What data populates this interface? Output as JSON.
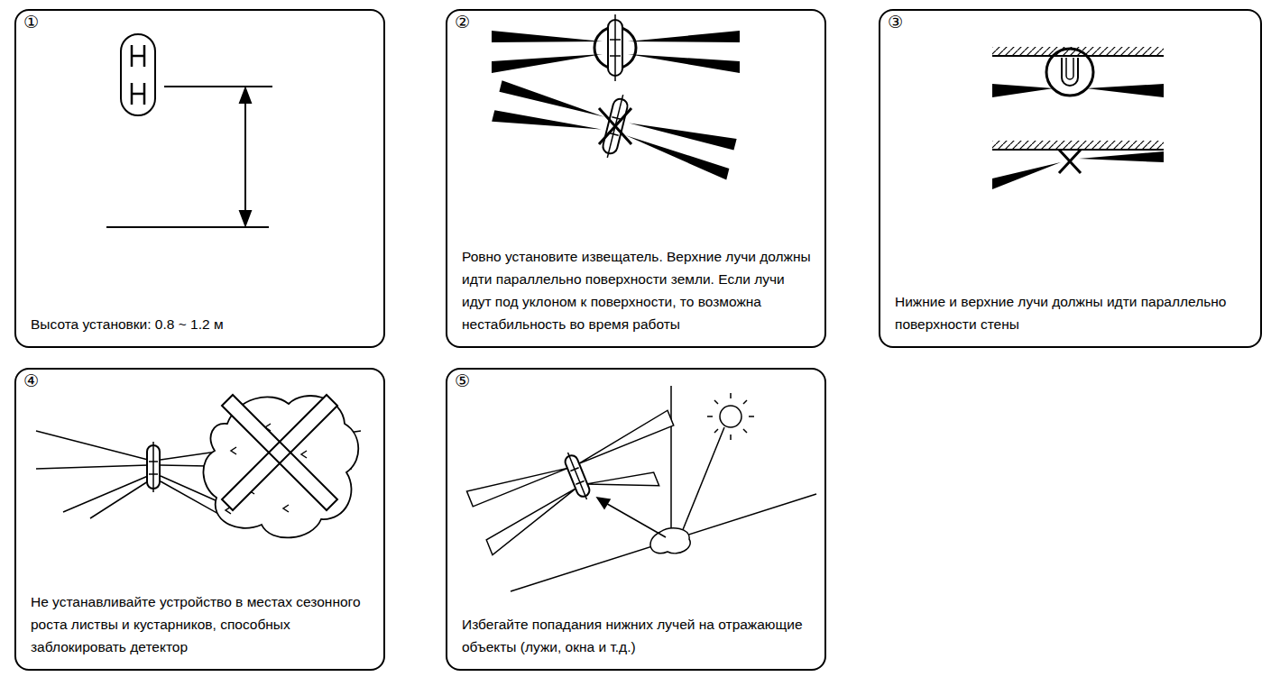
{
  "diagram": {
    "nodes": [
      {
        "text": [
          "①",
          "Высота установки: 0.8 ~ 1.2 м"
        ]
      },
      {
        "text": [
          "②",
          "Ровно установите извещатель. Верхние лучи должны идти параллельно поверхности земли. Если лучи идут под уклоном к поверхности, то возможна нестабильность во время работы"
        ]
      },
      {
        "text": [
          "③",
          "Нижние и верхние лучи должны идти параллельно поверхности стены"
        ]
      },
      {
        "text": [
          "④",
          "Не устанавливайте устройство в местах сезонного роста листвы и кустарников, способных заблокировать детектор"
        ]
      },
      {
        "text": [
          "⑤",
          "Избегайте попадания нижних лучей на отражающие объекты (лужи, окна и т.д.)"
        ]
      }
    ]
  }
}
